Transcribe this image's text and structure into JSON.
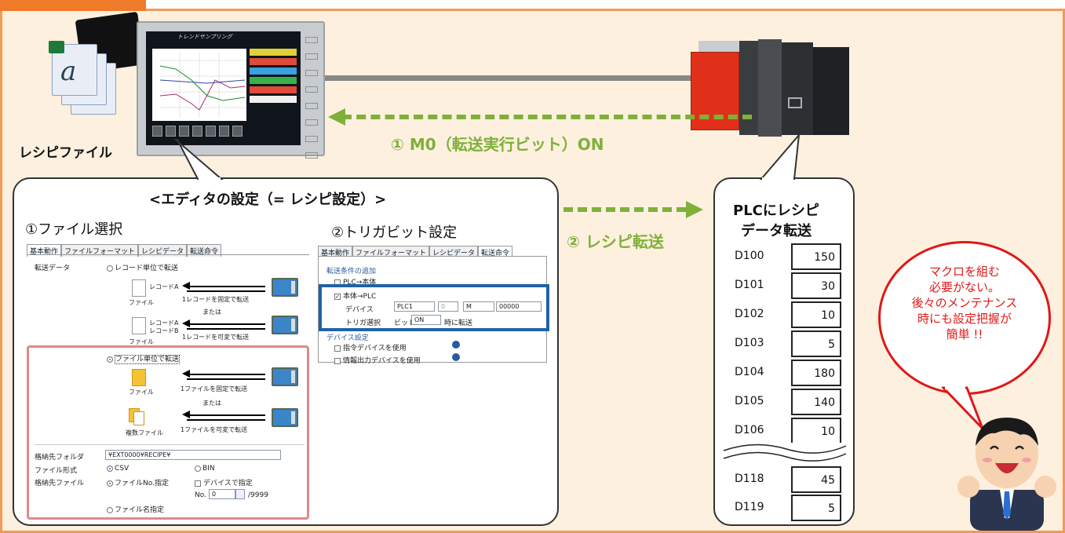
{
  "labels": {
    "recipe_file": "レシピファイル",
    "m0_on": "① M0（転送実行ビット）ON",
    "recipe_transfer": "② レシピ転送",
    "editor_title": "<エディタの設定（= レシピ設定）>",
    "step1": "①ファイル選択",
    "step2": "②トリガビット設定",
    "plc_title_1": "PLCにレシピ",
    "plc_title_2": "データ転送",
    "bubble_lines": [
      "マクロを組む",
      "必要がない。",
      "後々のメンテナンス",
      "時にも設定把握が",
      "簡単 !!"
    ]
  },
  "hmi": {
    "screen_title": "トレンドサンプリング"
  },
  "editor1": {
    "tabs": [
      "基本動作",
      "ファイルフォーマット",
      "レシピデータ",
      "転送命令"
    ],
    "transfer_data": "転送データ",
    "record_unit": "レコード単位で転送",
    "record_a": "レコードA",
    "record_b": "レコードB",
    "file": "ファイル",
    "record_fixed": "1レコードを固定で転送",
    "or": "または",
    "record_variable": "1レコードを可変で転送",
    "file_unit": "ファイル単位で転送",
    "file_fixed": "1ファイルを固定で転送",
    "multi_files": "複数ファイル",
    "file_variable": "1ファイルを可変で転送",
    "folder_label": "格納先フォルダ",
    "folder_value": "¥EXT0000¥RECIPE¥",
    "format_label": "ファイル形式",
    "fmt_csv": "CSV",
    "fmt_bin": "BIN",
    "dest_file_label": "格納先ファイル",
    "file_no": "ファイルNo.指定",
    "by_device": "デバイスで指定",
    "no_label": "No.",
    "no_value": "0",
    "no_max": "/9999",
    "file_name": "ファイル名指定"
  },
  "editor2": {
    "tabs": [
      "基本動作",
      "ファイルフォーマット",
      "レシピデータ",
      "転送命令"
    ],
    "add_condition": "転送条件の追加",
    "plc_to_main": "PLC→本体",
    "main_to_plc": "本体→PLC",
    "device": "デバイス",
    "dev_plc": "PLC1",
    "dev_num": "0",
    "dev_m": "M",
    "dev_addr": "00000",
    "trigger": "トリガ選択",
    "bit": "ビット",
    "on": "ON",
    "when": "時に転送",
    "device_settings": "デバイス設定",
    "use_cmd": "指令デバイスを使用",
    "use_info": "情報出力デバイスを使用"
  },
  "table": [
    {
      "dev": "D100",
      "val": "150"
    },
    {
      "dev": "D101",
      "val": "30"
    },
    {
      "dev": "D102",
      "val": "10"
    },
    {
      "dev": "D103",
      "val": "5"
    },
    {
      "dev": "D104",
      "val": "180"
    },
    {
      "dev": "D105",
      "val": "140"
    },
    {
      "dev": "D106",
      "val": "10"
    },
    {
      "dev": "D118",
      "val": "45"
    },
    {
      "dev": "D119",
      "val": "5"
    }
  ],
  "colors": {
    "accent": "#ee7a2a",
    "arrow": "#7fb03a",
    "highlight_red": "#e08a8a",
    "highlight_blue": "#1f63a6",
    "bubble": "#e01818"
  }
}
